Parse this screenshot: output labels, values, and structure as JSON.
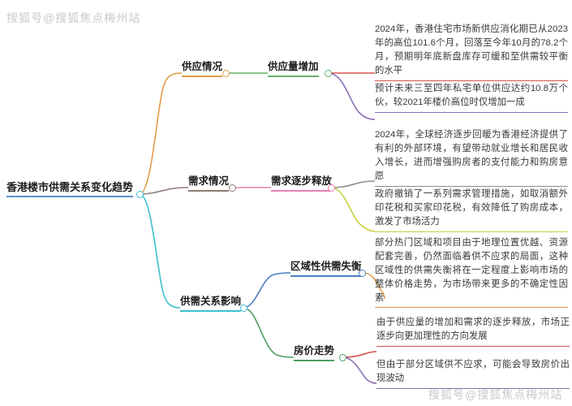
{
  "document": {
    "title": "香港楼市供需关系变化趋势",
    "type": "mindmap"
  },
  "watermark": {
    "top_text": "搜狐号@搜狐焦点梅州站",
    "bottom_text": "搜狐号@搜狐焦点梅州站",
    "color": "#c9c9cf"
  },
  "root": {
    "label": "香港楼市供需关系变化趋势",
    "underline_color": "#5b8fc9",
    "node_color": "#3ebfd0"
  },
  "branches": [
    {
      "label": "供应情况",
      "underline_color": "#e39b4a",
      "node_color": "#e39b4a",
      "link_color": "#e39b4a",
      "children": [
        {
          "label": "供应量增加",
          "underline_color": "#66b36b",
          "node_color": "#66b36b",
          "link_color": "#66b36b",
          "leaves": [
            {
              "text": "2024年，香港住宅市场新供应消化期已从2023年的高位101.6个月，回落至今年10月的78.2个月，预期明年底新盘库存可缓和至供需较平衡的水平",
              "underline_color": "#d9534f",
              "link_color": "#d9534f"
            },
            {
              "text": "预计未来三至四年私宅单位供应达约10.8万个伙，较2021年楼价高位时仅增加一成",
              "underline_color": "#8b6fb5",
              "link_color": "#8b6fb5"
            }
          ]
        }
      ]
    },
    {
      "label": "需求情况",
      "underline_color": "#8c7a74",
      "node_color": "#8c7a74",
      "link_color": "#8c7a74",
      "children": [
        {
          "label": "需求逐步释放",
          "underline_color": "#e87fb0",
          "node_color": "#e87fb0",
          "link_color": "#e87fb0",
          "leaves": [
            {
              "text": "2024年，全球经济逐步回暖为香港经济提供了有利的外部环境，有望带动就业增长和居民收入增长，进而增强购房者的支付能力和购房意愿",
              "underline_color": "#8c8c8c",
              "link_color": "#8c8c8c"
            },
            {
              "text": "政府撤销了一系列需求管理措施，如取消额外印花税和买家印花税，有效降低了购房成本，激发了市场活力",
              "underline_color": "#c8cf3a",
              "link_color": "#c8cf3a"
            }
          ]
        }
      ]
    },
    {
      "label": "供需关系影响",
      "underline_color": "#3ebfd0",
      "node_color": "#3ebfd0",
      "link_color": "#3ebfd0",
      "children": [
        {
          "label": "区域性供需失衡",
          "underline_color": "#4a7fc1",
          "node_color": "#4a7fc1",
          "link_color": "#4a7fc1",
          "leaves": [
            {
              "text": "部分热门区域和项目由于地理位置优越、资源配套完善，仍然面临着供不应求的局面，这种区域性的供需失衡将在一定程度上影响市场的整体价格走势，为市场带来更多的不确定性因素",
              "underline_color": "#e39b4a",
              "link_color": "#e39b4a"
            }
          ]
        },
        {
          "label": "房价走势",
          "underline_color": "#4f9e5e",
          "node_color": "#4f9e5e",
          "link_color": "#4f9e5e",
          "leaves": [
            {
              "text": "由于供应量的增加和需求的逐步释放，市场正逐步向更加理性的方向发展",
              "underline_color": "#d9534f",
              "link_color": "#d9534f"
            },
            {
              "text": "但由于部分区域供不应求，可能会导致房价出现波动",
              "underline_color": "#8b6fb5",
              "link_color": "#8b6fb5"
            }
          ]
        }
      ]
    }
  ]
}
